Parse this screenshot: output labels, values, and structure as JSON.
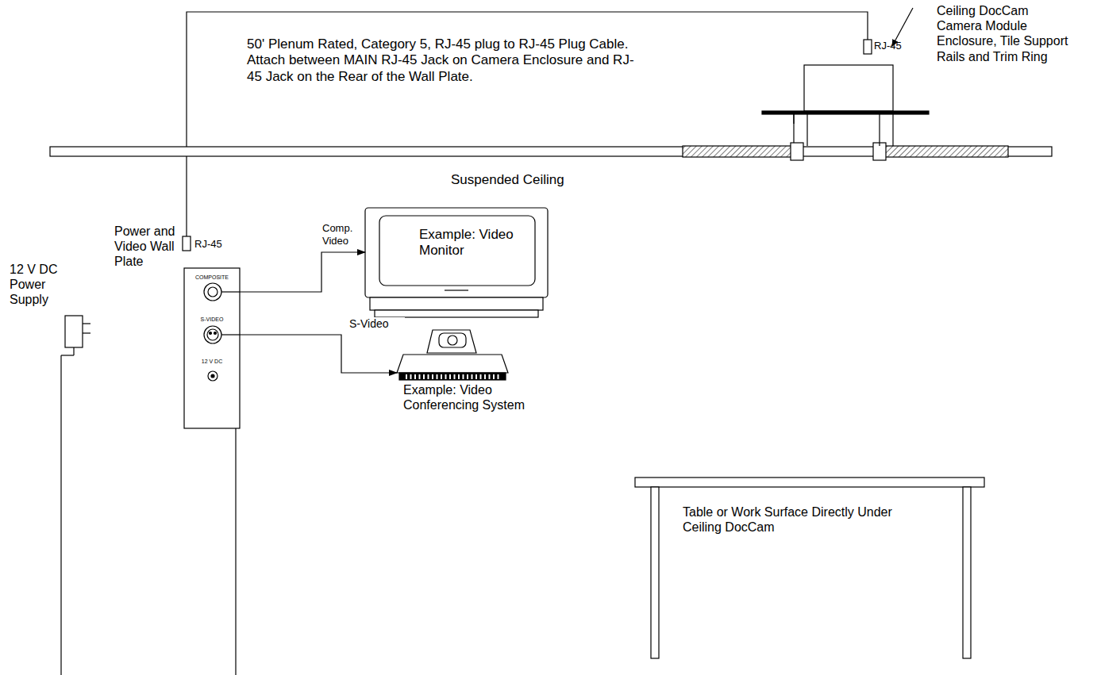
{
  "diagram": {
    "nodes": [
      {
        "text": [
          "Power and Video Wall Plate",
          "COMPOSITE",
          "S-VIDEO",
          "12 V DC"
        ]
      },
      {
        "text": [
          "Example: Video Monitor"
        ]
      },
      {
        "text": [
          "Example: Video Conferencing System"
        ]
      },
      {
        "text": [
          "Table or Work Surface Directly Under Ceiling DocCam"
        ]
      }
    ],
    "edges": [
      {
        "from": 0,
        "to": 1,
        "label": "Comp. Video",
        "arrow": "to"
      },
      {
        "from": 0,
        "to": 2,
        "label": "S-Video",
        "arrow": "to"
      }
    ],
    "labels": [
      "50' Plenum Rated, Category 5, RJ-45 plug to RJ-45 Plug Cable. Attach between MAIN RJ-45 Jack on Camera Enclosure and RJ-45 Jack on the Rear of the Wall Plate.",
      "RJ-45",
      "Ceiling DocCam Camera Module Enclosure, Tile Support Rails and Trim Ring",
      "Suspended Ceiling",
      "RJ-45",
      "12 V DC Power Supply"
    ]
  }
}
